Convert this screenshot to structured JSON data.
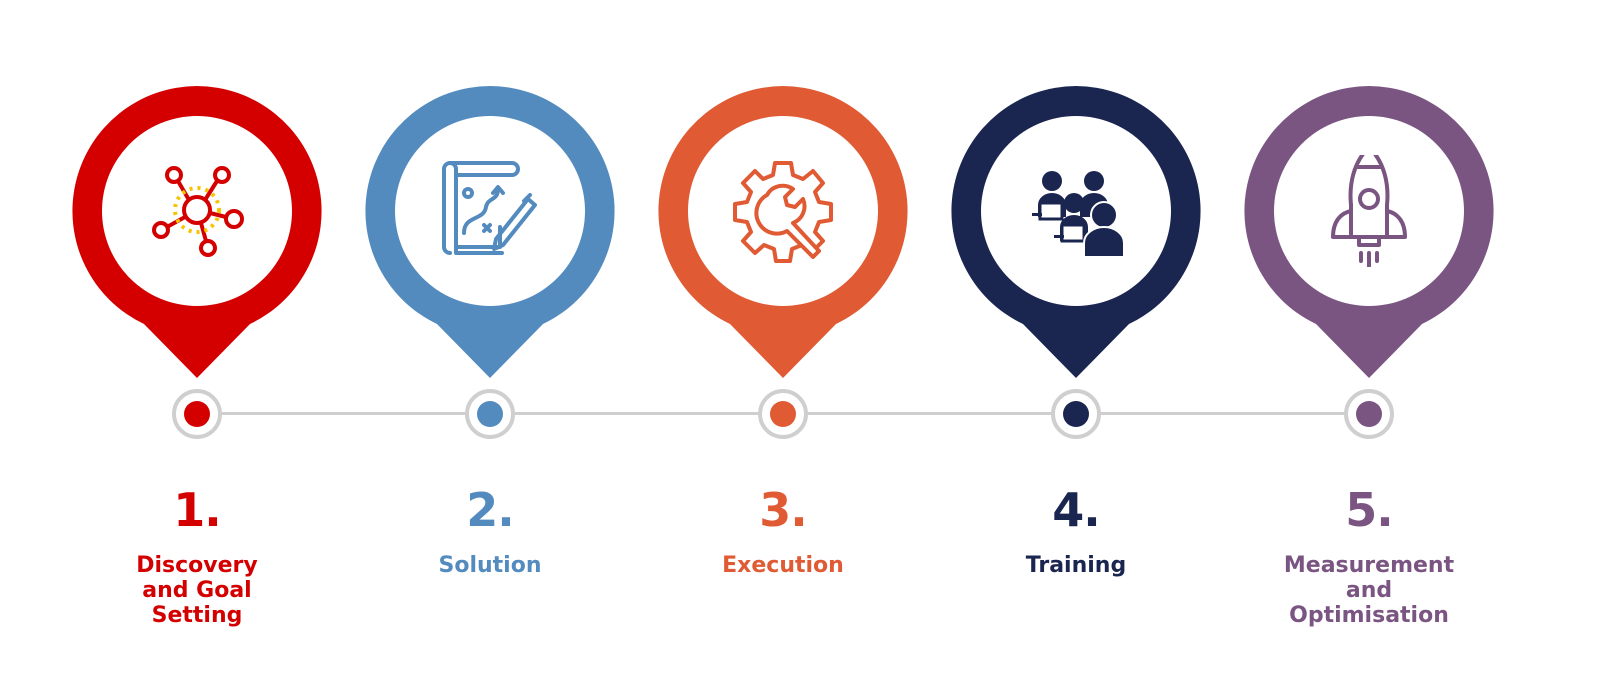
{
  "steps": [
    {
      "number": "1.",
      "label": "Discovery\nand Goal\nSetting",
      "color": "#D40000",
      "icon": "network-hub-icon"
    },
    {
      "number": "2.",
      "label": "Solution",
      "color": "#548BBF",
      "icon": "strategy-plan-icon"
    },
    {
      "number": "3.",
      "label": "Execution",
      "color": "#E05A34",
      "icon": "gear-wrench-icon"
    },
    {
      "number": "4.",
      "label": "Training",
      "color": "#1A2550",
      "icon": "people-laptops-icon"
    },
    {
      "number": "5.",
      "label": "Measurement\nand\nOptimisation",
      "color": "#7A5582",
      "icon": "rocket-icon"
    }
  ],
  "timeline": {
    "line_color": "#CFCFCF",
    "ring_color": "#CFCFCF"
  },
  "accent_colors": {
    "network_spark": "#F5C400"
  }
}
